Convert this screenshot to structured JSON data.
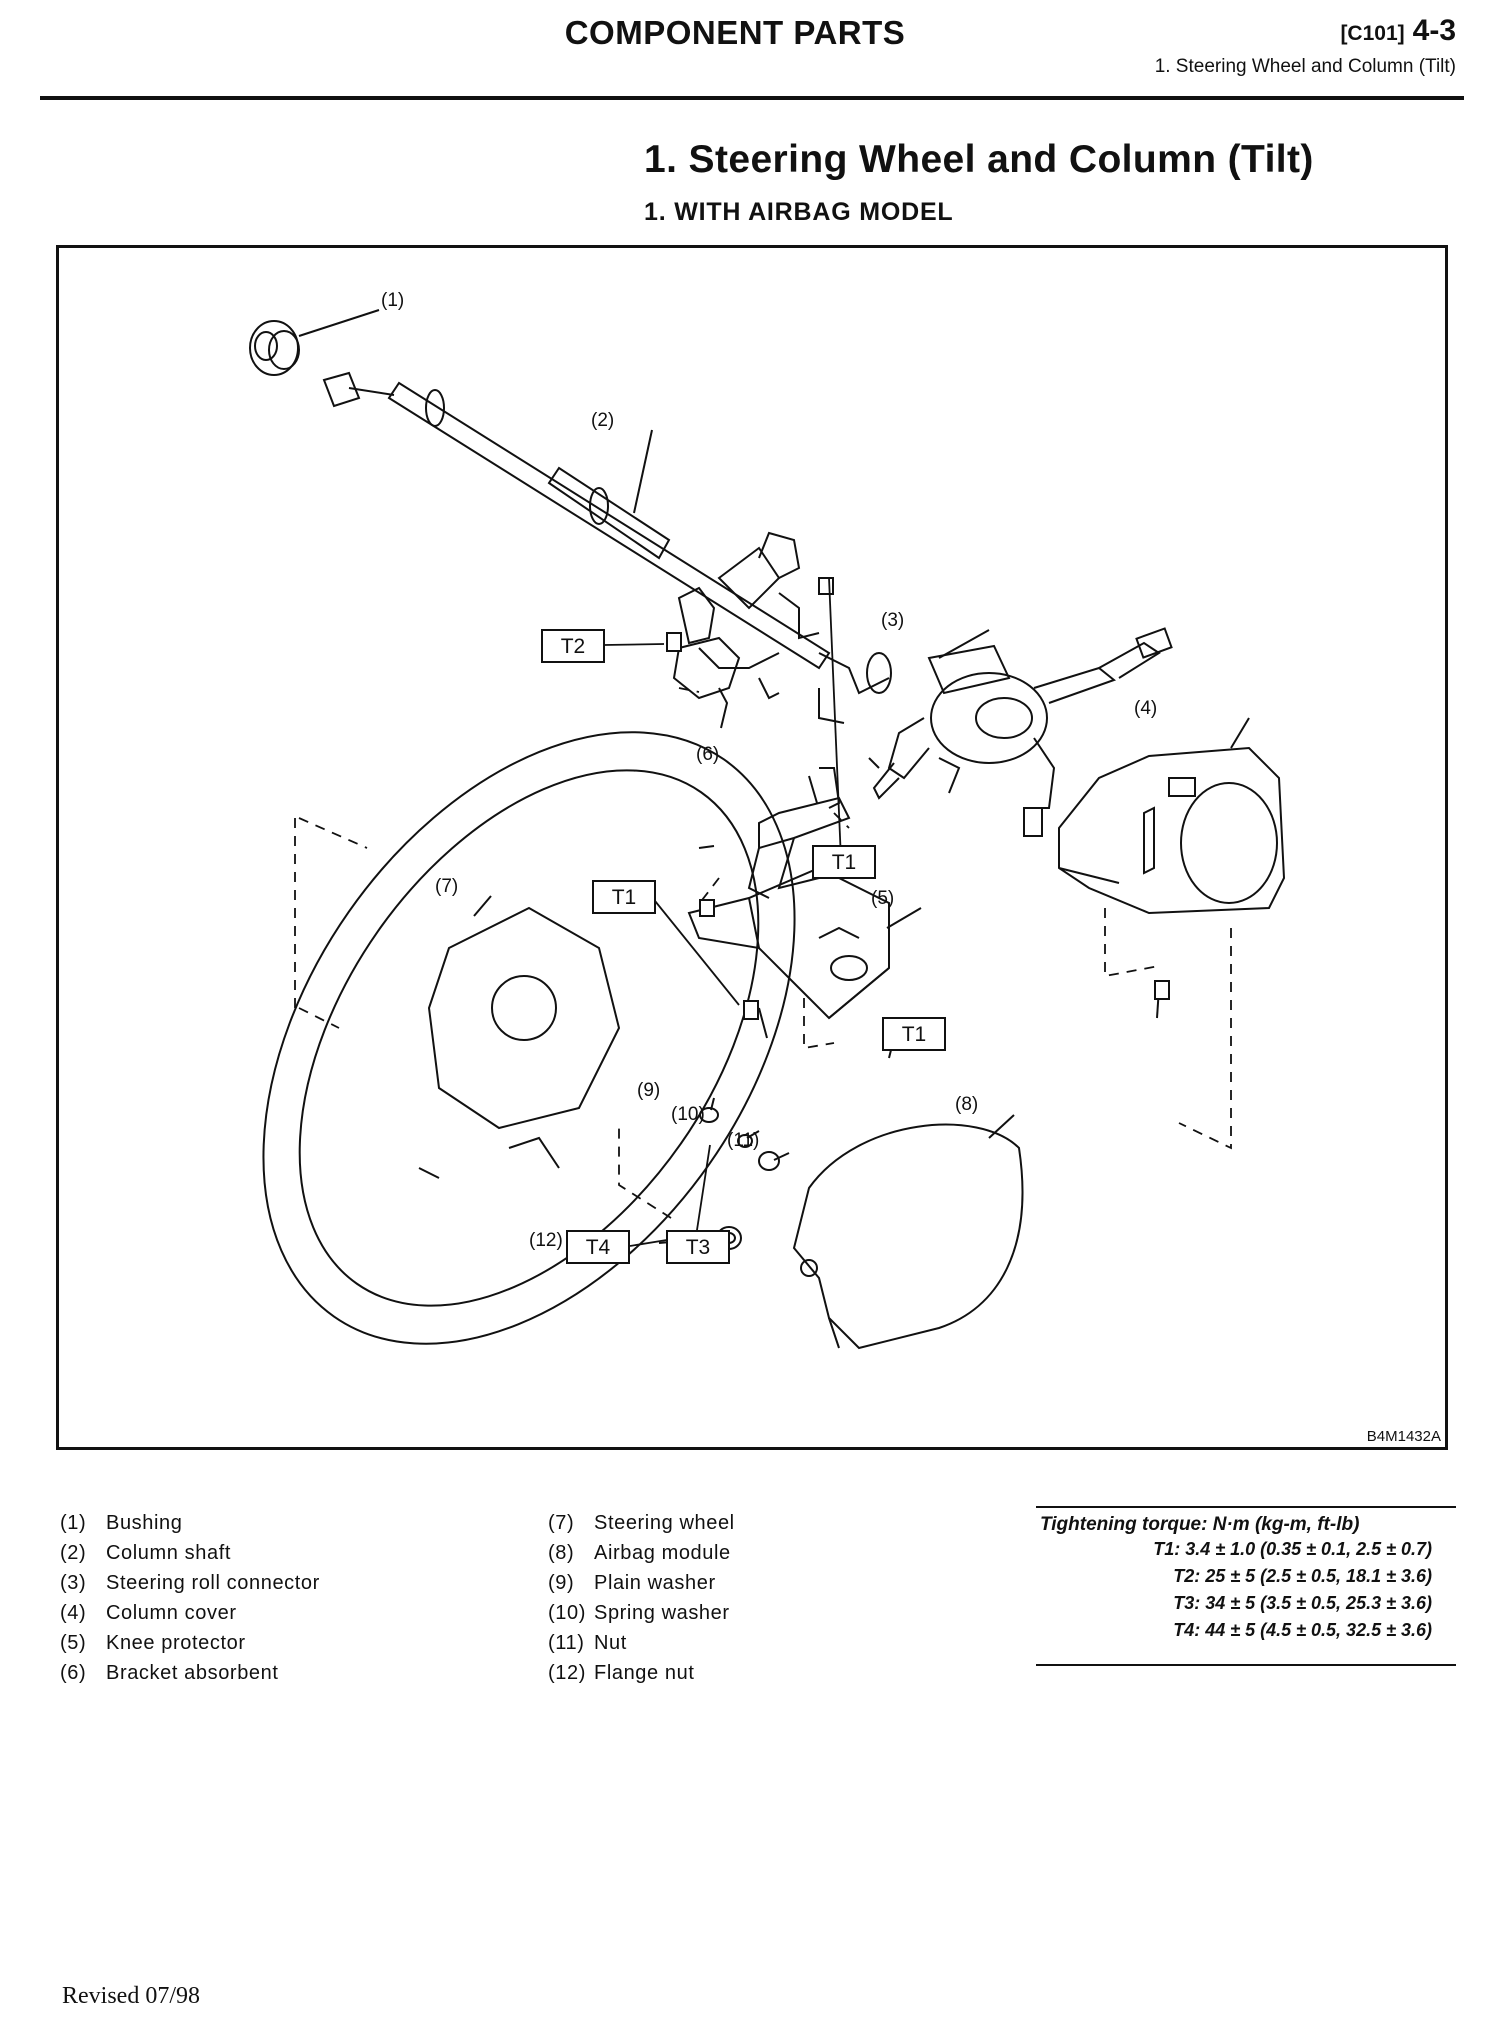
{
  "header": {
    "title": "COMPONENT PARTS",
    "code": "[C101]",
    "page": "4-3",
    "subtitle": "1. Steering Wheel and Column (Tilt)"
  },
  "section": {
    "title": "1. Steering Wheel and Column (Tilt)",
    "subtitle": "1. WITH AIRBAG MODEL"
  },
  "figure": {
    "id": "B4M1432A",
    "callouts": [
      "(1)",
      "(2)",
      "(3)",
      "(4)",
      "(5)",
      "(6)",
      "(7)",
      "(8)",
      "(9)",
      "(10)",
      "(11)",
      "(12)"
    ],
    "torque_tags": [
      "T2",
      "T1",
      "T1",
      "T1",
      "T4",
      "T3"
    ]
  },
  "legend": {
    "left": [
      {
        "num": "(1)",
        "label": "Bushing"
      },
      {
        "num": "(2)",
        "label": "Column shaft"
      },
      {
        "num": "(3)",
        "label": "Steering roll connector"
      },
      {
        "num": "(4)",
        "label": "Column cover"
      },
      {
        "num": "(5)",
        "label": "Knee protector"
      },
      {
        "num": "(6)",
        "label": "Bracket absorbent"
      }
    ],
    "right": [
      {
        "num": "(7)",
        "label": "Steering wheel"
      },
      {
        "num": "(8)",
        "label": "Airbag module"
      },
      {
        "num": "(9)",
        "label": "Plain washer"
      },
      {
        "num": "(10)",
        "label": "Spring washer"
      },
      {
        "num": "(11)",
        "label": "Nut"
      },
      {
        "num": "(12)",
        "label": "Flange nut"
      }
    ]
  },
  "torque": {
    "heading": "Tightening torque: N·m (kg-m, ft-lb)",
    "specs": [
      "T1: 3.4 ± 1.0 (0.35 ± 0.1, 2.5 ± 0.7)",
      "T2: 25 ± 5 (2.5 ± 0.5, 18.1 ± 3.6)",
      "T3: 34 ± 5 (3.5 ± 0.5, 25.3 ± 3.6)",
      "T4: 44 ± 5 (4.5 ± 0.5, 32.5 ± 3.6)"
    ]
  },
  "footer": {
    "revised": "Revised 07/98"
  }
}
